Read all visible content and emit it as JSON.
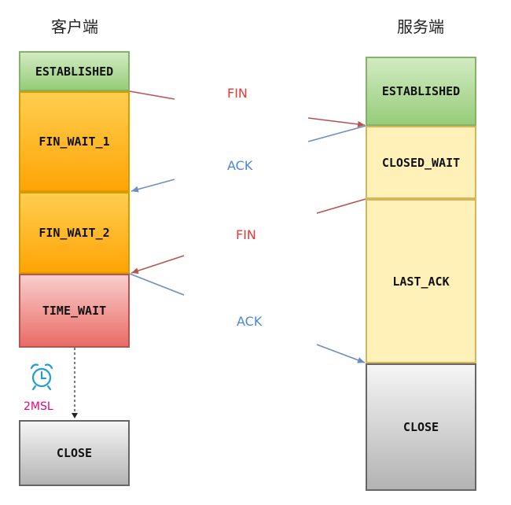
{
  "client": {
    "title": "客户端",
    "states": {
      "established": "ESTABLISHED",
      "fin_wait_1": "FIN_WAIT_1",
      "fin_wait_2": "FIN_WAIT_2",
      "time_wait": "TIME_WAIT",
      "close": "CLOSE"
    },
    "timer": {
      "icon": "alarm-clock-icon",
      "label": "2MSL"
    }
  },
  "server": {
    "title": "服务端",
    "states": {
      "established": "ESTABLISHED",
      "closed_wait": "CLOSED_WAIT",
      "last_ack": "LAST_ACK",
      "close": "CLOSE"
    }
  },
  "messages": [
    {
      "label": "FIN",
      "direction": "client-to-server"
    },
    {
      "label": "ACK",
      "direction": "server-to-client"
    },
    {
      "label": "FIN",
      "direction": "server-to-client"
    },
    {
      "label": "ACK",
      "direction": "client-to-server"
    }
  ],
  "colors": {
    "fin": "#e23a3a",
    "ack": "#4a86d8",
    "fin_arrow": "#b85450",
    "ack_arrow": "#6c8ebf",
    "timer": "#e6007e"
  }
}
